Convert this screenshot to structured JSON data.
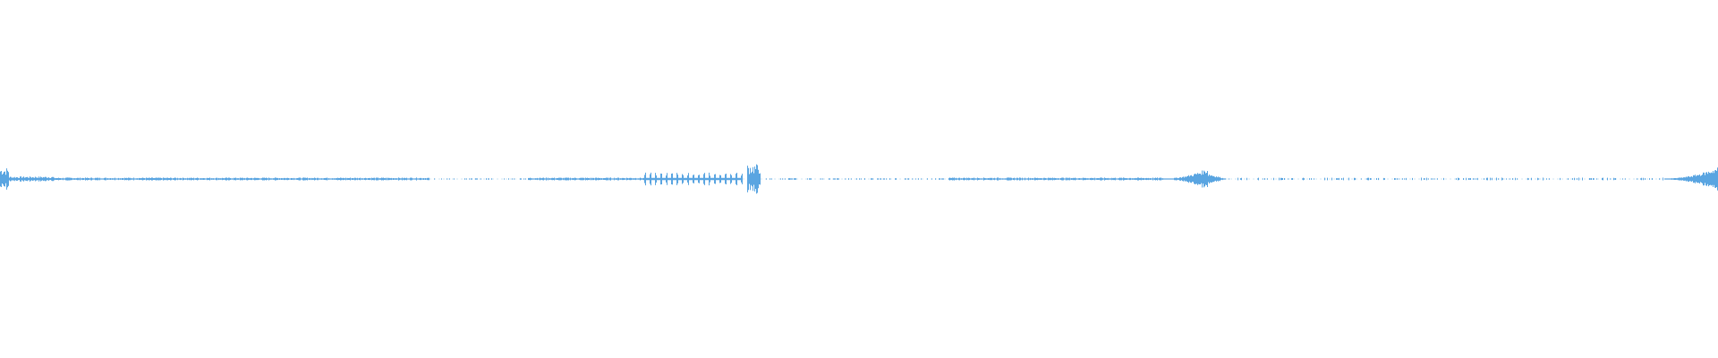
{
  "waveform": {
    "color": "#5aa5e1",
    "background": "#ffffff",
    "total_duration_units": 1920,
    "segments": [
      {
        "start": 0,
        "end": 10,
        "amplitude": 0.05,
        "style": "burst"
      },
      {
        "start": 10,
        "end": 60,
        "amplitude": 0.012,
        "style": "noise"
      },
      {
        "start": 60,
        "end": 480,
        "amplitude": 0.008,
        "style": "continuous"
      },
      {
        "start": 480,
        "end": 590,
        "amplitude": 0.003,
        "style": "sparse"
      },
      {
        "start": 590,
        "end": 720,
        "amplitude": 0.008,
        "style": "continuous"
      },
      {
        "start": 720,
        "end": 830,
        "amplitude": 0.03,
        "style": "pulses"
      },
      {
        "start": 835,
        "end": 850,
        "amplitude": 0.065,
        "style": "burst"
      },
      {
        "start": 850,
        "end": 1060,
        "amplitude": 0.003,
        "style": "sparse"
      },
      {
        "start": 1060,
        "end": 1300,
        "amplitude": 0.008,
        "style": "continuous"
      },
      {
        "start": 1300,
        "end": 1350,
        "amplitude": 0.05,
        "style": "crescendo"
      },
      {
        "start": 1350,
        "end": 1370,
        "amplitude": 0.03,
        "style": "decay"
      },
      {
        "start": 1370,
        "end": 1860,
        "amplitude": 0.005,
        "style": "sparse"
      },
      {
        "start": 1860,
        "end": 1920,
        "amplitude": 0.055,
        "style": "crescendo"
      }
    ]
  }
}
